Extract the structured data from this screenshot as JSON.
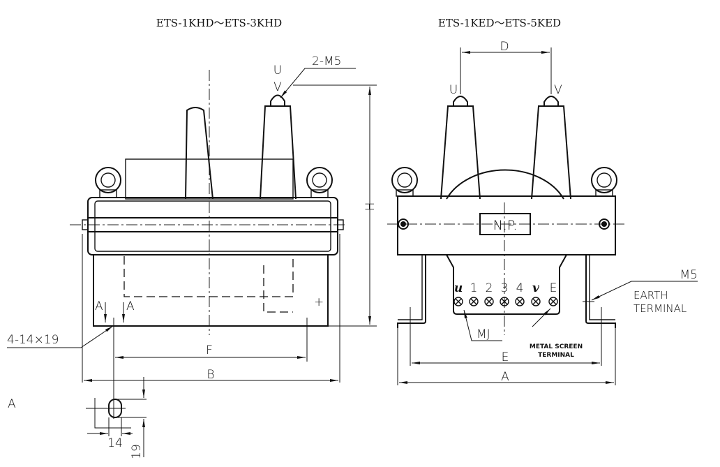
{
  "left_view": {
    "title": "ETS-1KHD～ETS-3KHD",
    "terminal_u": "U",
    "terminal_v": "V",
    "bolt_note": "2-M5",
    "dim_h": "H",
    "dim_f": "F",
    "dim_b": "B",
    "hole_note": "4-14×19",
    "section_mark_1": "A",
    "section_mark_2": "A",
    "plus_mark": "+"
  },
  "detail_a": {
    "label": "A",
    "width": "14",
    "height": "19"
  },
  "right_view": {
    "title": "ETS-1KED～ETS-5KED",
    "dim_d": "D",
    "terminal_u": "U",
    "terminal_v": "V",
    "nameplate": "N.P.",
    "terminals": [
      "u",
      "1",
      "2",
      "3",
      "4",
      "v",
      "E"
    ],
    "mj_label": "MJ",
    "metal_screen_1": "METAL SCREEN",
    "metal_screen_2": "TERMINAL",
    "m5_label": "M5",
    "earth_1": "EARTH",
    "earth_2": "TERMINAL",
    "dim_e": "E",
    "dim_a": "A"
  }
}
